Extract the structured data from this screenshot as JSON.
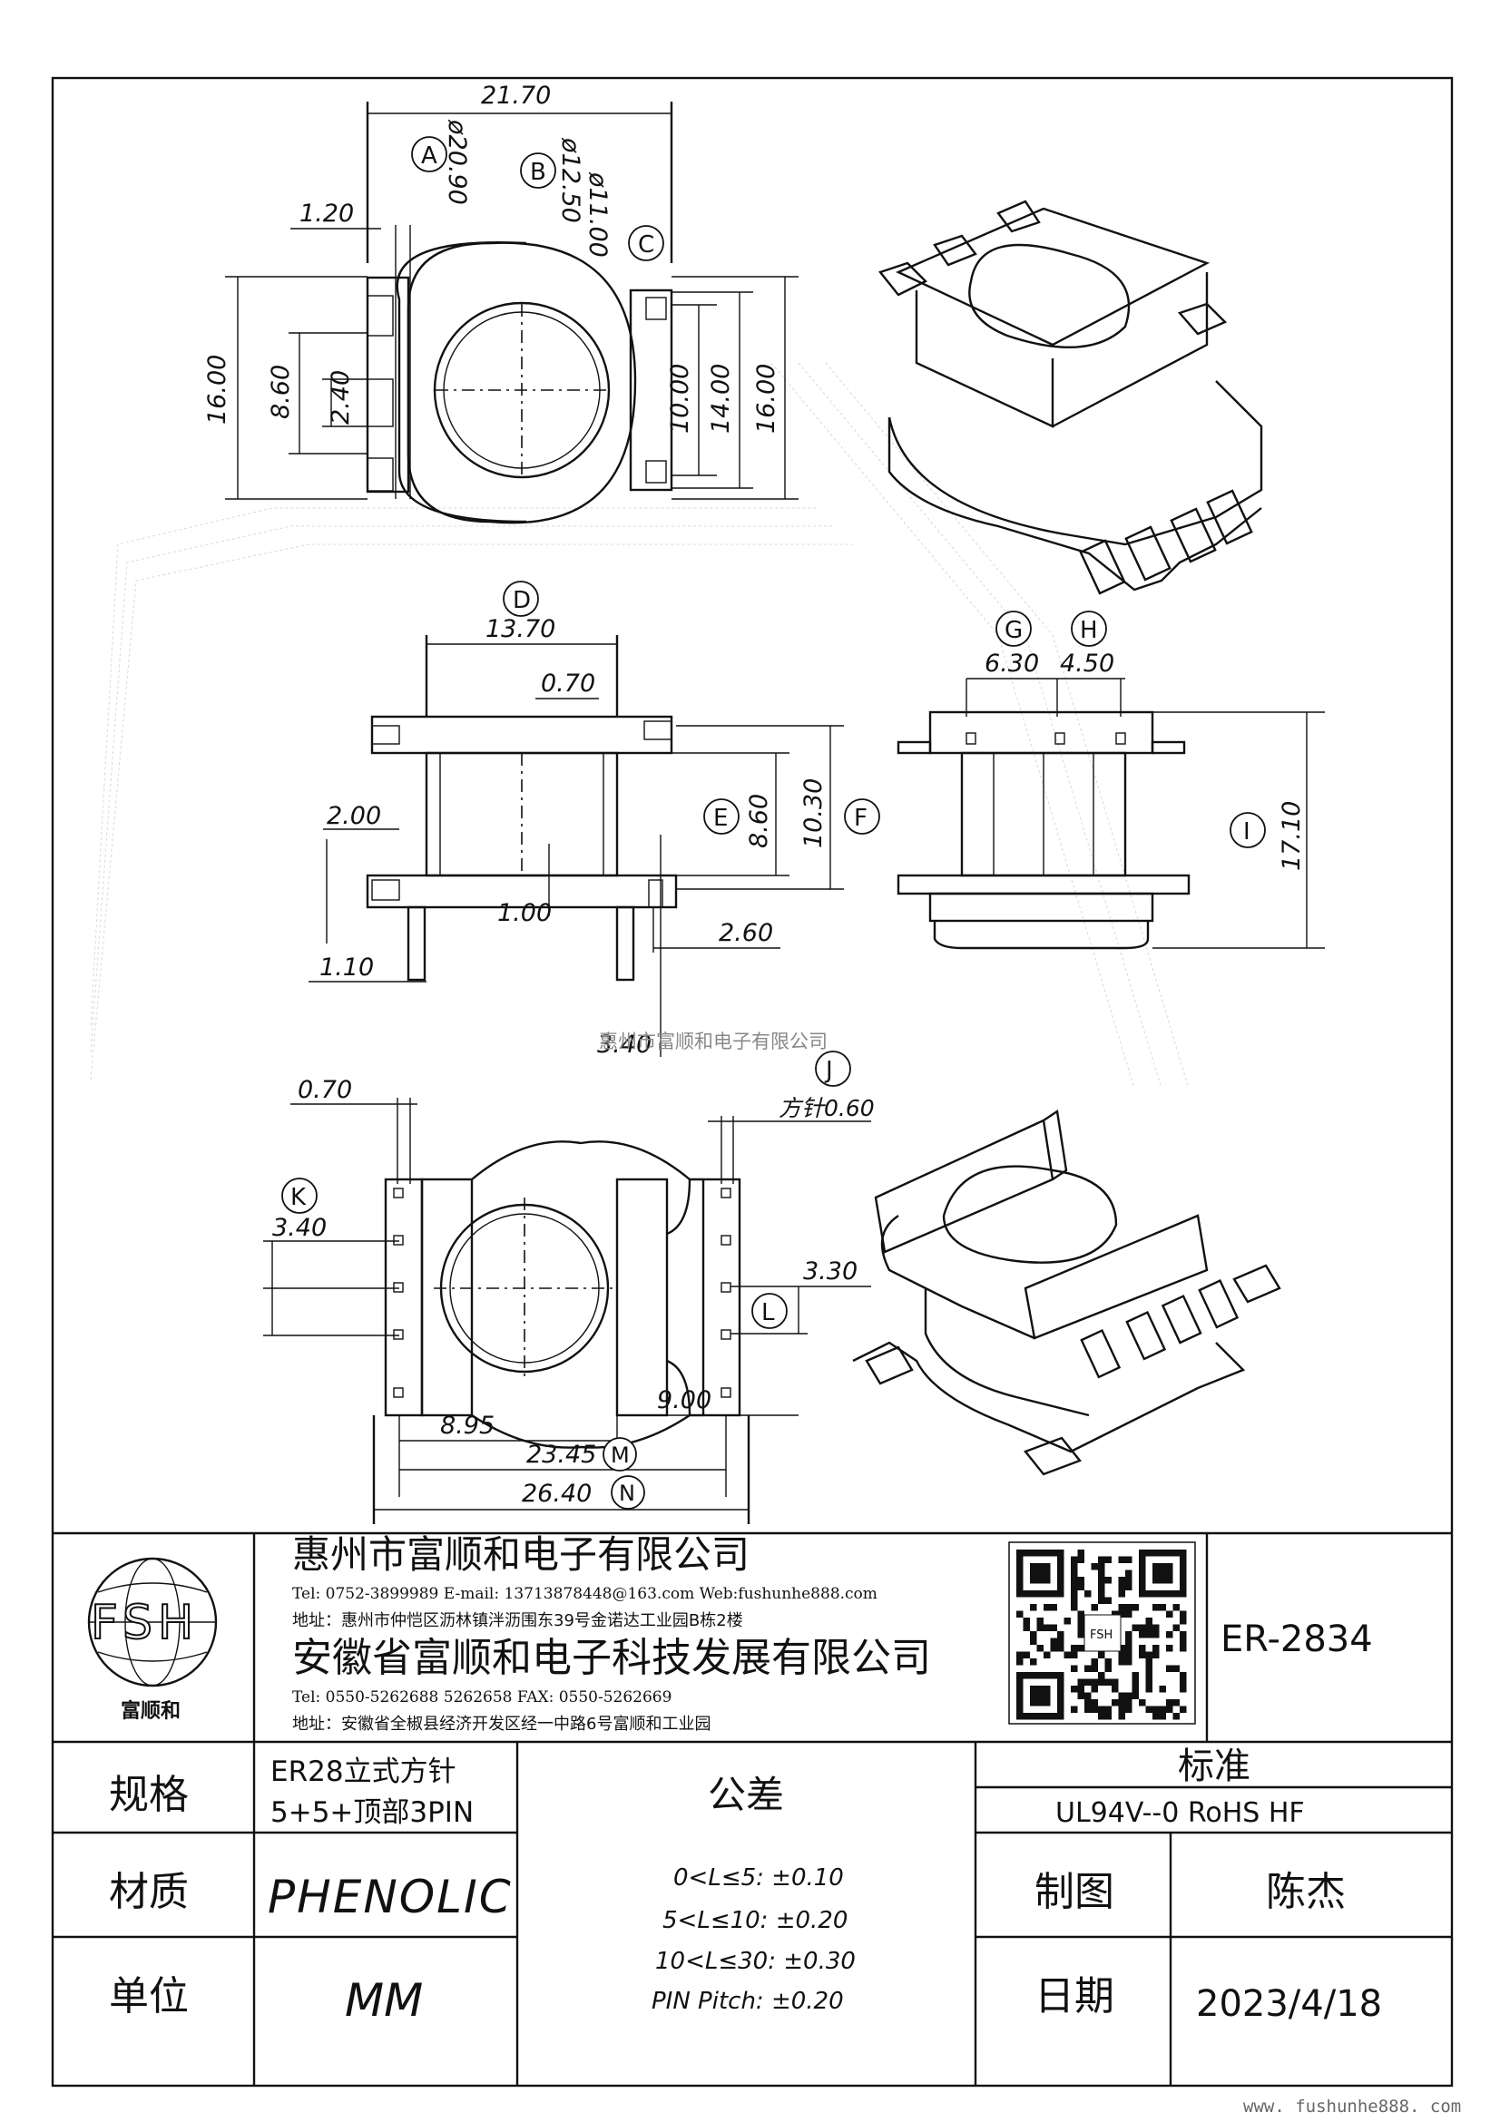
{
  "drawing": {
    "label_A": "A",
    "label_B": "B",
    "label_C": "C",
    "label_D": "D",
    "label_E": "E",
    "label_F": "F",
    "label_G": "G",
    "label_H": "H",
    "label_I": "I",
    "label_J": "J",
    "label_K": "K",
    "label_L": "L",
    "label_M": "M",
    "label_N": "N",
    "dim_21_70": "21.70",
    "dim_phi_20_90": "ø20.90",
    "dim_phi_12_50": "ø12.50",
    "dim_phi_11_00": "ø11.00",
    "dim_1_20": "1.20",
    "dim_16_00_left": "16.00",
    "dim_8_60_left": "8.60",
    "dim_2_40": "2.40",
    "dim_10_00": "10.00",
    "dim_14_00": "14.00",
    "dim_16_00_right": "16.00",
    "dim_13_70": "13.70",
    "dim_0_70_mid": "0.70",
    "dim_2_00": "2.00",
    "dim_8_60_mid": "8.60",
    "dim_10_30": "10.30",
    "dim_1_00": "1.00",
    "dim_2_60": "2.60",
    "dim_1_10": "1.10",
    "dim_3_40_mid": "3.40",
    "dim_6_30": "6.30",
    "dim_4_50": "4.50",
    "dim_17_10": "17.10",
    "dim_0_70_bot": "0.70",
    "dim_square_pin": "方针0.60",
    "dim_3_40_bot": "3.40",
    "dim_3_30": "3.30",
    "dim_8_95": "8.95",
    "dim_9_00": "9.00",
    "dim_23_45": "23.45",
    "dim_26_40": "26.40",
    "watermark": "惠州市富顺和电子有限公司"
  },
  "title_block": {
    "logo_letters": "FSH",
    "logo_name": "富顺和",
    "company1": "惠州市富顺和电子有限公司",
    "company1_contact": "Tel:   0752-3899989   E-mail: 13713878448@163.com   Web:fushunhe888.com",
    "company1_address": "地址：惠州市仲恺区沥林镇泮沥围东39号金诺达工业园B栋2楼",
    "company2": "安徽省富顺和电子科技发展有限公司",
    "company2_contact": "Tel:   0550-5262688   5262658         FAX:  0550-5262669",
    "company2_address": "地址：安徽省全椒县经济开发区经一中路6号富顺和工业园",
    "qr_text": "FSH",
    "part_number": "ER-2834",
    "spec_label": "规格",
    "spec_line1": "ER28立式方针",
    "spec_line2": "5+5+顶部3PIN",
    "tolerance_label": "公差",
    "standard_label": "标准",
    "standard_value": "UL94V--0  RoHS HF",
    "material_label": "材质",
    "material_value": "PHENOLIC",
    "tol_1": "0<L≤5: ±0.10",
    "tol_2": "5<L≤10: ±0.20",
    "tol_3": "10<L≤30: ±0.30",
    "tol_4": "PIN Pitch: ±0.20",
    "drawn_label": "制图",
    "drawn_value": "陈杰",
    "unit_label": "单位",
    "unit_value": "MM",
    "date_label": "日期",
    "date_value": "2023/4/18"
  },
  "footer_url": "www. fushunhe888. com"
}
